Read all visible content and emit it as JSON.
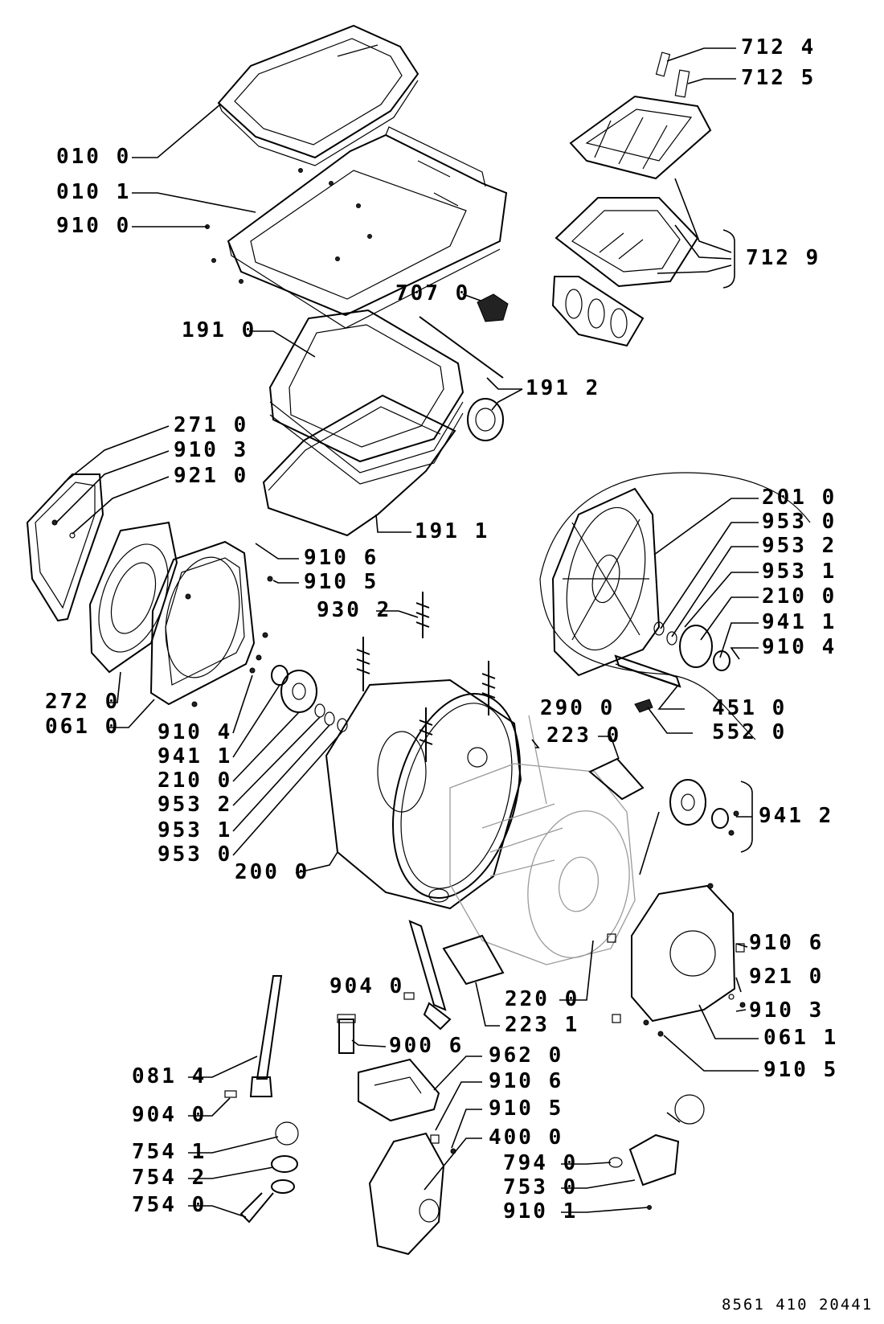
{
  "labels": [
    "712 4",
    "712 5",
    "010 0",
    "010 1",
    "910 0",
    "712 9",
    "707 0",
    "191 0",
    "191 2",
    "271 0",
    "910 3",
    "921 0",
    "191 1",
    "201 0",
    "953 0",
    "953 2",
    "953 1",
    "210 0",
    "941 1",
    "910 4",
    "910 6",
    "910 5",
    "930 2",
    "451 0",
    "552 0",
    "272 0",
    "061 0",
    "290 0",
    "223 0",
    "910 4",
    "941 1",
    "210 0",
    "953 2",
    "953 1",
    "953 0",
    "941 2",
    "200 0",
    "910 6",
    "921 0",
    "904 0",
    "220 0",
    "910 3",
    "223 1",
    "061 1",
    "900 6",
    "910 5",
    "962 0",
    "081 4",
    "910 6",
    "904 0",
    "910 5",
    "754 1",
    "400 0",
    "794 0",
    "754 2",
    "753 0",
    "754 0",
    "910 1"
  ],
  "document_number": "8561 410 20441"
}
